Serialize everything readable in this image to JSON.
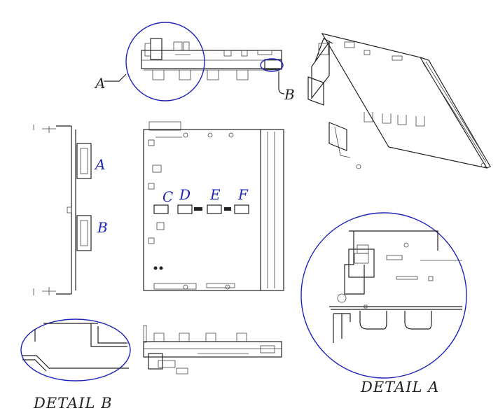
{
  "callouts": {
    "a": "A",
    "b": "B"
  },
  "connector_labels": {
    "side_a": "A",
    "side_b": "B",
    "c": "C",
    "d": "D",
    "e": "E",
    "f": "F"
  },
  "titles": {
    "detail_a": "DETAIL  A",
    "detail_b": "DETAIL  B"
  },
  "colors": {
    "line": "#222222",
    "detail_circle": "#1f24b8",
    "connector_label": "#1f24b8"
  }
}
